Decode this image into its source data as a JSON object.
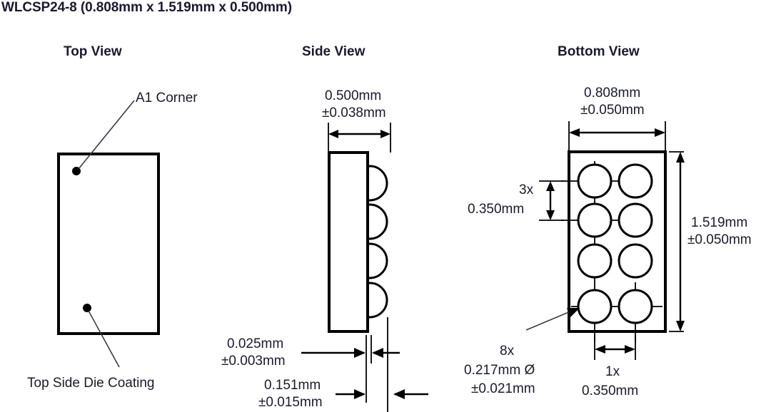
{
  "title": "WLCSP24-8  (0.808mm x 1.519mm x 0.500mm)",
  "views": {
    "top": {
      "heading": "Top View",
      "callouts": {
        "a1_corner": "A1 Corner",
        "die_coating": "Top Side Die Coating"
      }
    },
    "side": {
      "heading": "Side View",
      "dimensions": {
        "height_value": "0.500mm",
        "height_tolerance": "±0.038mm",
        "standoff_value": "0.025mm",
        "standoff_tolerance": "±0.003mm",
        "ball_height_value": "0.151mm",
        "ball_height_tolerance": "±0.015mm"
      }
    },
    "bottom": {
      "heading": "Bottom View",
      "dimensions": {
        "width_value": "0.808mm",
        "width_tolerance": "±0.050mm",
        "length_value": "1.519mm",
        "length_tolerance": "±0.050mm",
        "pitch_y_count": "3x",
        "pitch_y_value": "0.350mm",
        "pitch_x_count": "1x",
        "pitch_x_value": "0.350mm",
        "ball_count": "8x",
        "ball_diameter": "0.217mm Ø",
        "ball_diameter_tolerance": "±0.021mm"
      }
    }
  },
  "colors": {
    "ink": "#1a1a2e",
    "line": "#000000",
    "background": "#ffffff"
  }
}
